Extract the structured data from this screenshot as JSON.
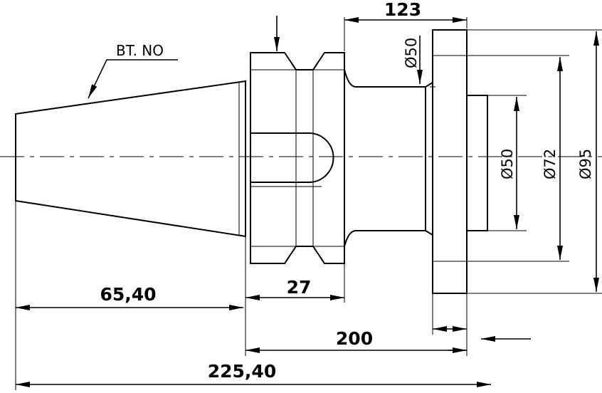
{
  "drawing": {
    "annotation": "BT. NO",
    "dimensions": {
      "overall_length": "225,40",
      "taper_length": "65,40",
      "flange_width": "27",
      "body_length": "200",
      "shank_length": "123",
      "neck_diameter": "Ø50",
      "bore_diameter": "Ø50",
      "pilot_diameter": "Ø72",
      "flange_diameter": "Ø95"
    }
  }
}
